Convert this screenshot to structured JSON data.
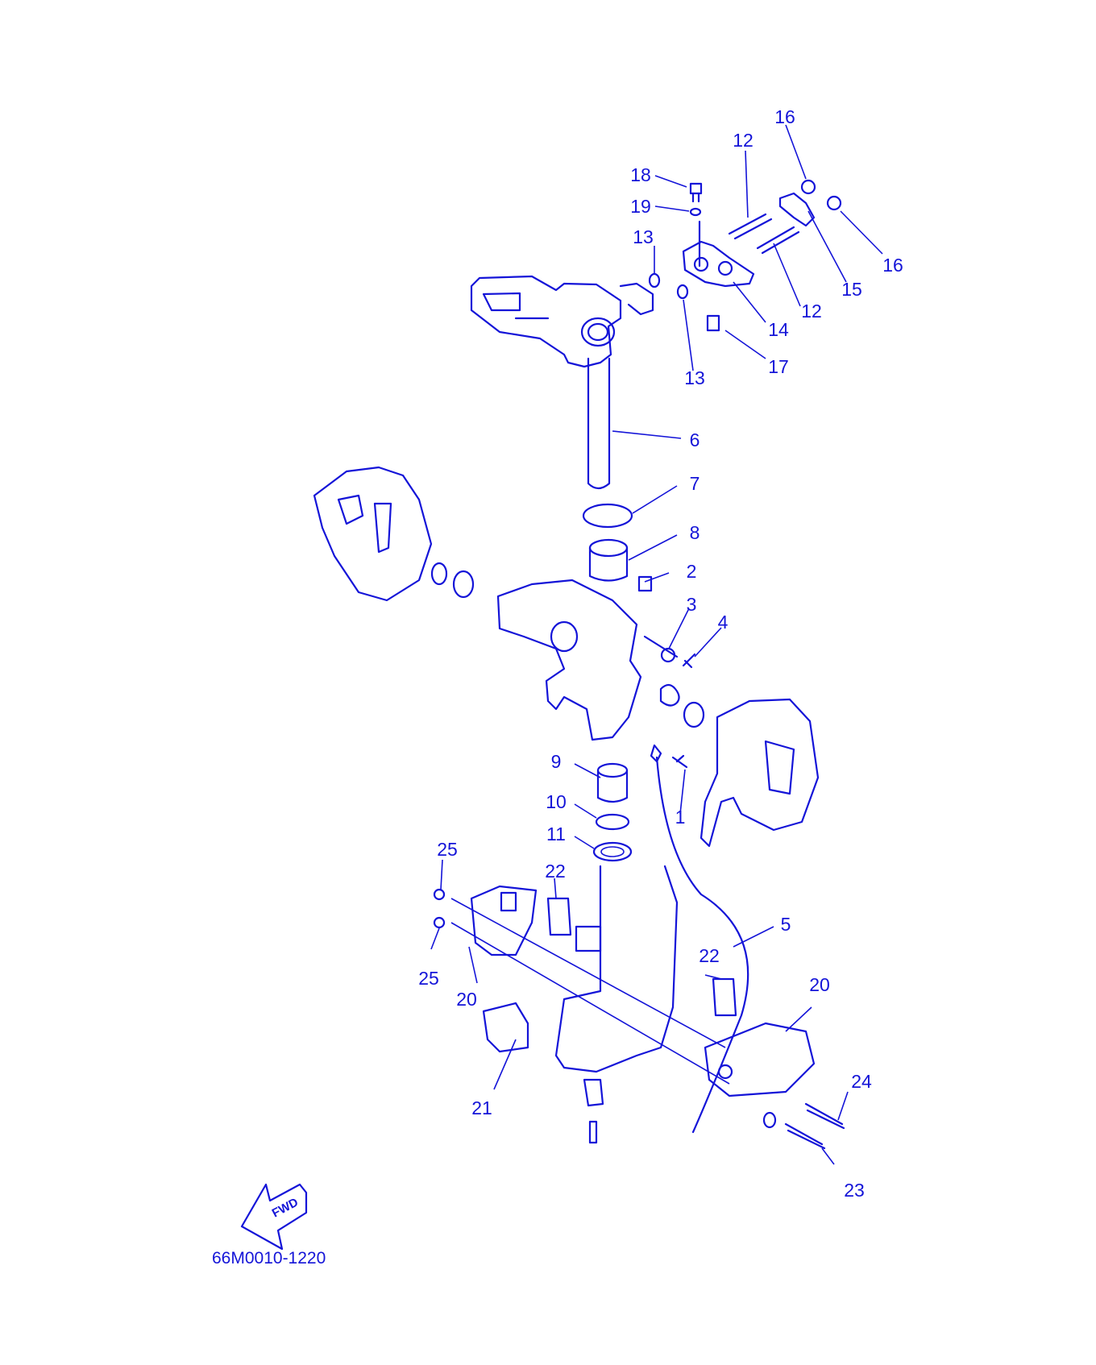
{
  "callouts": [
    "1",
    "2",
    "3",
    "4",
    "5",
    "6",
    "7",
    "8",
    "9",
    "10",
    "11",
    "12",
    "13",
    "14",
    "15",
    "16",
    "17",
    "18",
    "19",
    "20",
    "21",
    "22",
    "23",
    "24",
    "25"
  ],
  "fwd_label": "FWD",
  "diagram_code": "66M0010-1220",
  "ink_color": "#1414d8"
}
